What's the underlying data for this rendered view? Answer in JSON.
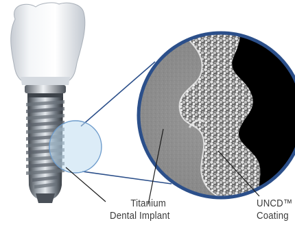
{
  "labels": {
    "implant_line1": "Titanium",
    "implant_line2": "Dental Implant",
    "coating_line1": "UNCD™",
    "coating_line2": "Coating"
  },
  "colors": {
    "crown": "#eef1f5",
    "crown_shadow": "#c9d0d9",
    "metal_dark": "#3f454d",
    "metal_light": "#c6ccd3",
    "ring": "#2b4f8a",
    "lens_fill": "#bcd9ef",
    "micrograph_bg": "#8a8a8a",
    "micrograph_dark": "#000000"
  }
}
